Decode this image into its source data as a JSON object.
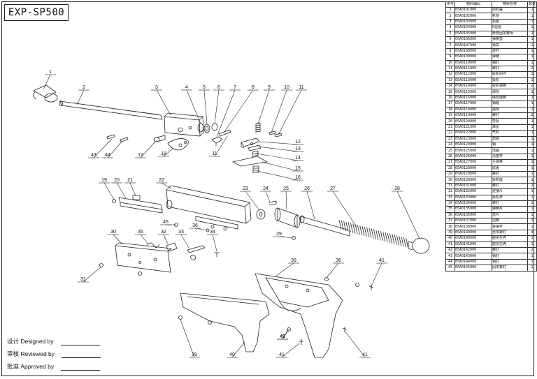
{
  "title": "EXP-SP500",
  "signatures": [
    {
      "label": "设计 Designed by"
    },
    {
      "label": "审核 Reviewed by"
    },
    {
      "label": "批准 Approved by"
    }
  ],
  "bom": {
    "headers": [
      "序号",
      "物料编码",
      "物料名称",
      "数量"
    ],
    "rows": [
      [
        "1",
        "05A0101000",
        "前封盖",
        "1"
      ],
      [
        "2",
        "05A0102000",
        "枪管",
        "1"
      ],
      [
        "3",
        "05A0103000",
        "机匣",
        "1"
      ],
      [
        "4",
        "05A0104000",
        "O型圈",
        "1"
      ],
      [
        "5",
        "05A0105000",
        "枪管固定螺母",
        "1"
      ],
      [
        "6",
        "05A0106000",
        "弹簧垫",
        "1"
      ],
      [
        "7",
        "05A0107000",
        "锁扣",
        "1"
      ],
      [
        "8",
        "05A0108000",
        "连杆",
        "1"
      ],
      [
        "9",
        "05A0109000",
        "弹簧",
        "1"
      ],
      [
        "10",
        "05A0110000",
        "销钉",
        "1"
      ],
      [
        "11",
        "05A0111000",
        "螺钉",
        "2"
      ],
      [
        "12",
        "05A0112000",
        "扳机组件",
        "1"
      ],
      [
        "13",
        "05A0113000",
        "扳机",
        "1"
      ],
      [
        "14",
        "05A0114000",
        "扳机弹簧",
        "2"
      ],
      [
        "15",
        "05A0115000",
        "保险",
        "1"
      ],
      [
        "16",
        "05A0116000",
        "保险弹簧",
        "1"
      ],
      [
        "17",
        "05A0117000",
        "销轴",
        "1"
      ],
      [
        "18",
        "05A0118000",
        "摇臂",
        "1"
      ],
      [
        "19",
        "05A0119000",
        "螺钉",
        "2"
      ],
      [
        "20",
        "05A0120000",
        "导轨",
        "1"
      ],
      [
        "21",
        "05A0121000",
        "准星",
        "1"
      ],
      [
        "22",
        "05A0122000",
        "气缸",
        "1"
      ],
      [
        "23",
        "05A0123000",
        "垫圈",
        "1"
      ],
      [
        "24",
        "05A0124000",
        "销",
        "1"
      ],
      [
        "25",
        "05A0125000",
        "活塞",
        "1"
      ],
      [
        "26",
        "05A0126000",
        "活塞杆",
        "1"
      ],
      [
        "27",
        "05A0127000",
        "主弹簧",
        "1"
      ],
      [
        "28",
        "05A0128000",
        "尾盖",
        "1"
      ],
      [
        "29",
        "05A0129000",
        "螺钉",
        "1"
      ],
      [
        "30",
        "05A0130000",
        "扳机座",
        "1"
      ],
      [
        "31",
        "05A0131000",
        "螺钉",
        "2"
      ],
      [
        "32",
        "05A0132000",
        "连接片",
        "1"
      ],
      [
        "33",
        "05A0133000",
        "扳机杆",
        "1"
      ],
      [
        "34",
        "05A0134000",
        "螺钉",
        "1"
      ],
      [
        "35",
        "05A0135000",
        "弹簧片",
        "1"
      ],
      [
        "36",
        "05A0136000",
        "垫片",
        "1"
      ],
      [
        "37",
        "05A0137000",
        "扭簧",
        "1"
      ],
      [
        "38",
        "05A0138000",
        "连接杆",
        "1"
      ],
      [
        "39",
        "05A0139000",
        "自攻螺钉",
        "4"
      ],
      [
        "40",
        "05A0140000",
        "握把左壳",
        "1"
      ],
      [
        "41",
        "05A0141000",
        "握把右壳",
        "1"
      ],
      [
        "42",
        "05A0142000",
        "螺钉",
        "2"
      ],
      [
        "43",
        "05A0143000",
        "销钉",
        "1"
      ],
      [
        "44",
        "05A0144000",
        "销钉",
        "1"
      ],
      [
        "45",
        "05A0145000",
        "固定螺钉",
        "1"
      ]
    ]
  },
  "callouts": [
    {
      "num": "1"
    },
    {
      "num": "2"
    },
    {
      "num": "3"
    },
    {
      "num": "4"
    },
    {
      "num": "5"
    },
    {
      "num": "6"
    },
    {
      "num": "7"
    },
    {
      "num": "8"
    },
    {
      "num": "9"
    },
    {
      "num": "10"
    },
    {
      "num": "11"
    },
    {
      "num": "11"
    },
    {
      "num": "12"
    },
    {
      "num": "13"
    },
    {
      "num": "14"
    },
    {
      "num": "15"
    },
    {
      "num": "16"
    },
    {
      "num": "17"
    },
    {
      "num": "18"
    },
    {
      "num": "19"
    },
    {
      "num": "20"
    },
    {
      "num": "21"
    },
    {
      "num": "22"
    },
    {
      "num": "23"
    },
    {
      "num": "24"
    },
    {
      "num": "25"
    },
    {
      "num": "26"
    },
    {
      "num": "27"
    },
    {
      "num": "28"
    },
    {
      "num": "29"
    },
    {
      "num": "30"
    },
    {
      "num": "31"
    },
    {
      "num": "32"
    },
    {
      "num": "33"
    },
    {
      "num": "34"
    },
    {
      "num": "35"
    },
    {
      "num": "36"
    },
    {
      "num": "36"
    },
    {
      "num": "39"
    },
    {
      "num": "39"
    },
    {
      "num": "40"
    },
    {
      "num": "41"
    },
    {
      "num": "41"
    },
    {
      "num": "41"
    },
    {
      "num": "42"
    },
    {
      "num": "43"
    },
    {
      "num": "44"
    },
    {
      "num": "45"
    },
    {
      "num": "45"
    }
  ]
}
